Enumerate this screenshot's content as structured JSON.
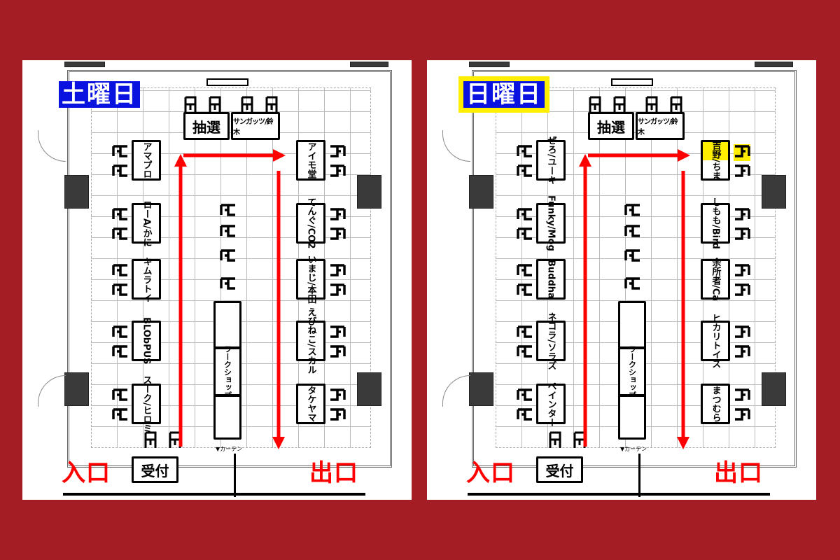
{
  "colors": {
    "background": "#a51d24",
    "title_bg": "#0a12e0",
    "highlight": "#ffee00",
    "arrow": "#ff0000"
  },
  "common": {
    "lottery": "抽選",
    "staff": "サンガッツ/鈴木",
    "reception": "受付",
    "entrance": "入口",
    "exit": "出口",
    "workshop": "ワークショップ",
    "curtain": "▼カーテン"
  },
  "panels": [
    {
      "title": "土曜日",
      "title_highlighted": false,
      "left_booths": [
        "アマプロ",
        "ローA/かに",
        "キムラトイ",
        "BLObPUS",
        "スーク/ヒロミ"
      ],
      "right_booths": [
        "アイモ堂",
        "てんぐ/CO2",
        "いまじ/本田",
        "えびねこ/スカル",
        "タケヤマ"
      ],
      "highlighted_booth": null
    },
    {
      "title": "日曜日",
      "title_highlighted": true,
      "left_booths": [
        "ぜろ/ユーキ",
        "Funky/Mog",
        "Buddha",
        "ネコラ/ソラズ",
        "ペインター"
      ],
      "right_booths": [
        "吉野/ちま",
        "しもも/Bird",
        "余所者/Ca",
        "ヒカリトイズ",
        "まつむら"
      ],
      "highlighted_booth": "吉野/ちま"
    }
  ]
}
